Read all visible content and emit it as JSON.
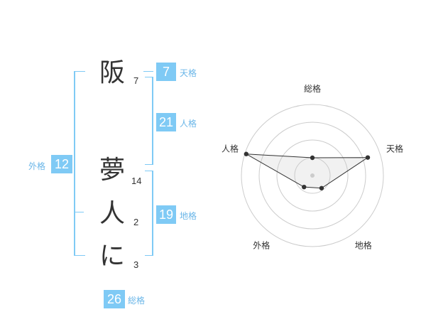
{
  "name": {
    "chars": [
      {
        "char": "阪",
        "strokes": "7"
      },
      {
        "char": "夢",
        "strokes": "14"
      },
      {
        "char": "人",
        "strokes": "2"
      },
      {
        "char": "に",
        "strokes": "3"
      }
    ]
  },
  "fortunes": {
    "tenkaku": {
      "value": "7",
      "label": "天格"
    },
    "jinkaku": {
      "value": "21",
      "label": "人格"
    },
    "chikaku": {
      "value": "19",
      "label": "地格"
    },
    "gaikaku": {
      "value": "12",
      "label": "外格"
    },
    "soukaku": {
      "value": "26",
      "label": "総格"
    }
  },
  "radar": {
    "axes": [
      "総格",
      "天格",
      "地格",
      "外格",
      "人格"
    ],
    "values": [
      0.25,
      0.82,
      0.22,
      0.2,
      0.98
    ],
    "max": 1,
    "rings": 4
  },
  "colors": {
    "accent": "#7fcaf5",
    "accent_text": "#6ab6e8",
    "ink": "#333333",
    "grid": "#cccccc"
  }
}
